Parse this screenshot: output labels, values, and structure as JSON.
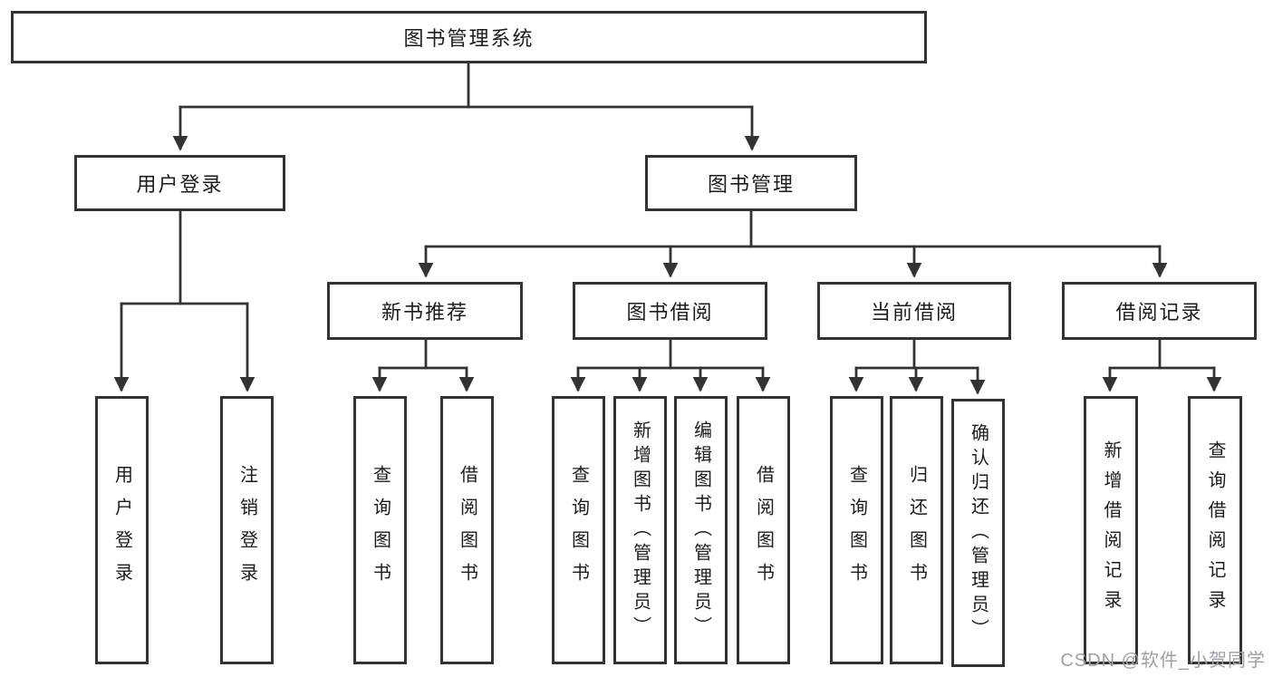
{
  "diagram": {
    "root": {
      "label": "图书管理系统"
    },
    "branches": [
      {
        "label": "用户登录",
        "children": [
          {
            "label": "用户登录"
          },
          {
            "label": "注销登录"
          }
        ]
      },
      {
        "label": "图书管理",
        "children": [
          {
            "label": "新书推荐",
            "children": [
              {
                "label": "查询图书"
              },
              {
                "label": "借阅图书"
              }
            ]
          },
          {
            "label": "图书借阅",
            "children": [
              {
                "label": "查询图书"
              },
              {
                "label": "新增图书（管理员）"
              },
              {
                "label": "编辑图书（管理员）"
              },
              {
                "label": "借阅图书"
              }
            ]
          },
          {
            "label": "当前借阅",
            "children": [
              {
                "label": "查询图书"
              },
              {
                "label": "归还图书"
              },
              {
                "label": "确认归还（管理员）"
              }
            ]
          },
          {
            "label": "借阅记录",
            "children": [
              {
                "label": "新增借阅记录"
              },
              {
                "label": "查询借阅记录"
              }
            ]
          }
        ]
      }
    ]
  },
  "watermark": {
    "text": "CSDN @软件_小贺同学"
  },
  "colors": {
    "line": "#333333",
    "box_border": "#333333",
    "text": "#1c1c1c",
    "watermark": "#9da0a8",
    "background": "#ffffff"
  }
}
